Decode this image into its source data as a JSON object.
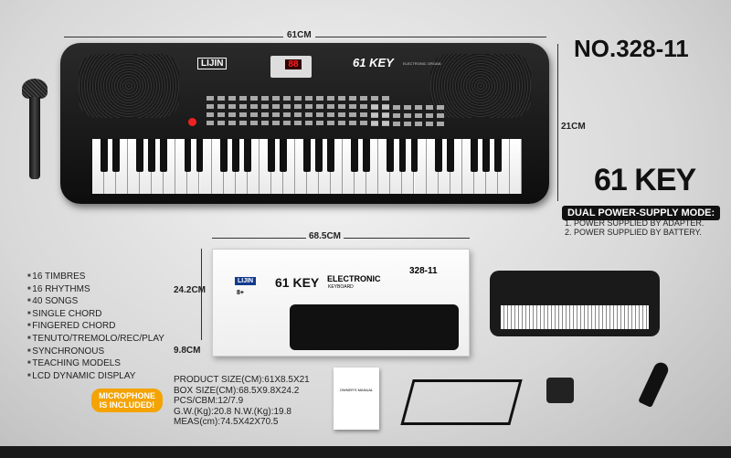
{
  "title": "NO.328-11",
  "key_count": "61 KEY",
  "dims": {
    "width": "61CM",
    "height": "21CM",
    "box_width": "68.5CM",
    "box_height": "24.2CM",
    "box_depth": "9.8CM"
  },
  "keyboard": {
    "brand": "LIJIN",
    "model_label": "61 KEY",
    "tag": "ELECTRONIC ORGAN"
  },
  "box": {
    "brand": "LIJIN",
    "title": "61 KEY",
    "subtitle": "ELECTRONIC",
    "subtitle2": "KEYBOARD",
    "model": "328-11",
    "age": "8+"
  },
  "power": {
    "heading": "DUAL POWER-SUPPLY MODE:",
    "lines": [
      "1. POWER SUPPLIED BY ADAPTER.",
      "2. POWER SUPPLIED BY BATTERY."
    ]
  },
  "features": [
    "16 TIMBRES",
    "16 RHYTHMS",
    "40 SONGS",
    "SINGLE CHORD",
    "FINGERED CHORD",
    "TENUTO/TREMOLO/REC/PLAY",
    "SYNCHRONOUS",
    "TEACHING MODELS",
    "LCD DYNAMIC DISPLAY"
  ],
  "mic_badge": [
    "MICROPHONE",
    "IS INCLUDED!"
  ],
  "specs": [
    "PRODUCT SIZE(CM):61X8.5X21",
    "BOX SIZE(CM):68.5X9.8X24.2",
    "PCS/CBM:12/7.9",
    "G.W.(Kg):20.8   N.W.(Kg):19.8",
    "MEAS(cm):74.5X42X70.5"
  ],
  "manual": "OWNER'S MANUAL",
  "display": "88"
}
